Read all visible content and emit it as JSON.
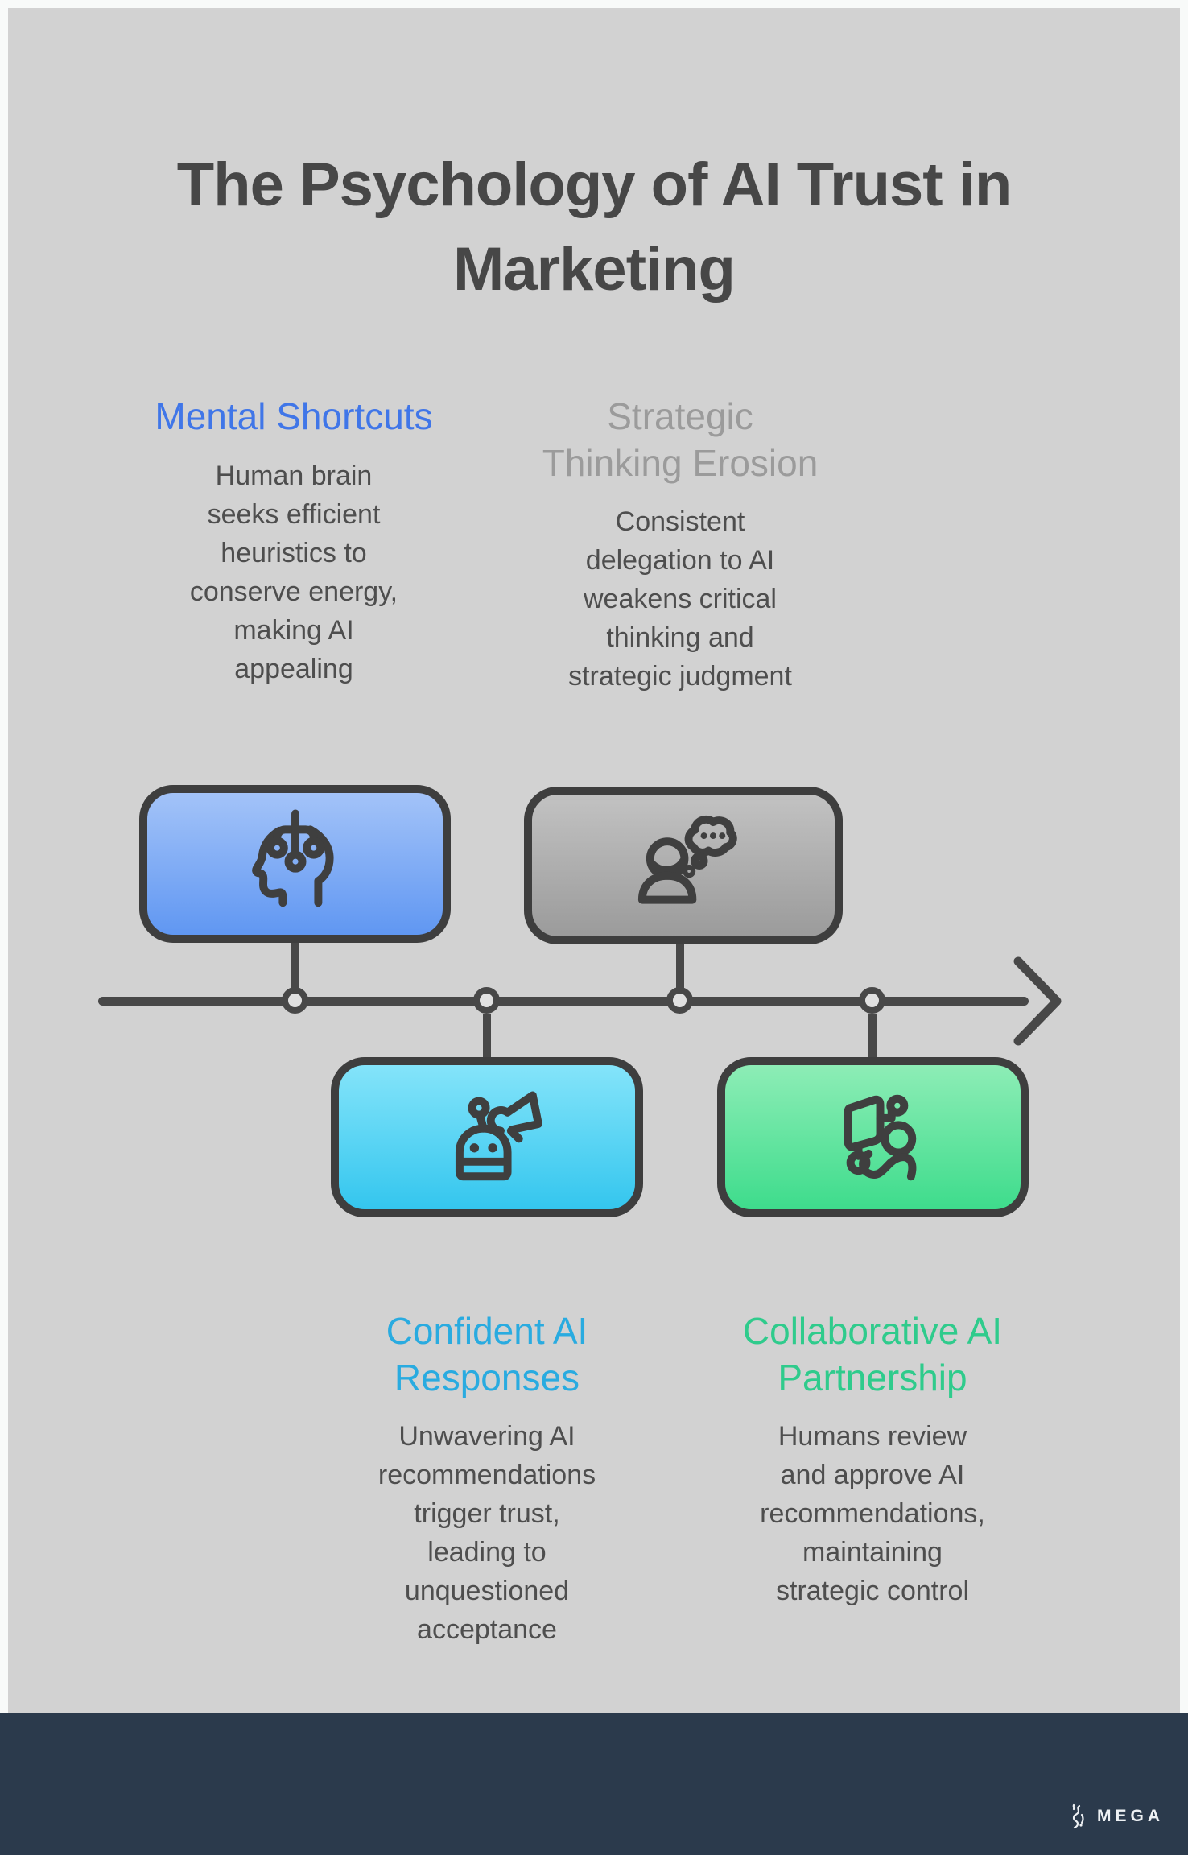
{
  "page": {
    "frame_color": "#f8faf9",
    "canvas_color": "#d2d2d2",
    "footer_color": "#2b3a4c"
  },
  "title": {
    "text": "The Psychology of AI Trust in\nMarketing",
    "color": "#474747"
  },
  "stages": [
    {
      "name": "mental-shortcuts",
      "heading": "Mental Shortcuts",
      "heading_color": "#4076e8",
      "description": "Human brain\nseeks efficient\nheuristics to\nconserve energy,\nmaking AI\nappealing",
      "icon": "brain-circuit-icon",
      "box_gradient_top": "#a3c3f8",
      "box_gradient_bottom": "#6097f2",
      "timeline_position": "above",
      "node_index": 1
    },
    {
      "name": "strategic-thinking-erosion",
      "heading": "Strategic\nThinking Erosion",
      "heading_color": "#9b9b9b",
      "description": "Consistent\ndelegation to AI\nweakens critical\nthinking and\nstrategic judgment",
      "icon": "person-thought-bubble-icon",
      "box_gradient_top": "#c2c2c2",
      "box_gradient_bottom": "#9b9b9b",
      "timeline_position": "above",
      "node_index": 3
    },
    {
      "name": "confident-ai-responses",
      "heading": "Confident AI\nResponses",
      "heading_color": "#29abe0",
      "description": "Unwavering AI\nrecommendations\ntrigger trust,\nleading to\nunquestioned\nacceptance",
      "icon": "robot-megaphone-icon",
      "box_gradient_top": "#84e4fa",
      "box_gradient_bottom": "#34c6ee",
      "timeline_position": "below",
      "node_index": 2
    },
    {
      "name": "collaborative-ai-partnership",
      "heading": "Collaborative AI\nPartnership",
      "heading_color": "#2fcb8c",
      "description": "Humans review\nand approve AI\nrecommendations,\nmaintaining\nstrategic control",
      "icon": "monitor-person-icon",
      "box_gradient_top": "#8dedb6",
      "box_gradient_bottom": "#3edc8c",
      "timeline_position": "below",
      "node_index": 4
    }
  ],
  "timeline": {
    "direction": "left-to-right",
    "node_count": 4,
    "line_color": "#484848"
  },
  "footer": {
    "brand": "MEGA"
  }
}
